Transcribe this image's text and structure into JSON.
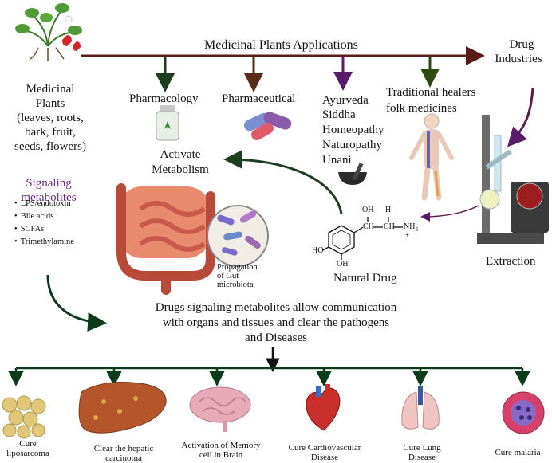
{
  "header": {
    "title": "Medicinal Plants Applications",
    "drug_industries": [
      "Drug",
      "Industries"
    ]
  },
  "source": {
    "lines": [
      "Medicinal",
      "Plants",
      "(leaves, roots,",
      "bark, fruit,",
      "seeds, flowers)"
    ]
  },
  "applications": {
    "pharmacology": "Pharmacology",
    "pharmaceutical": "Pharmaceutical",
    "systems": [
      "Ayurveda",
      "Siddha",
      "Homeopathy",
      "Naturopathy",
      "Unani"
    ],
    "traditional": [
      "Traditional healers",
      "folk medicines"
    ]
  },
  "metabolism": {
    "activate": [
      "Activate",
      "Metabolism"
    ],
    "signaling_title": [
      "Signaling",
      "metabolites"
    ],
    "signaling_items": [
      "LPS/endotoxin",
      "Bile acids",
      "SCFAs",
      "Trimethylamine"
    ],
    "microbiota": [
      "Propagation",
      "of Gut",
      "microbiota"
    ]
  },
  "drug": {
    "natural_drug": "Natural Drug",
    "extraction": "Extraction",
    "structure": {
      "oh1": "OH",
      "h": "H",
      "nh3": "NH",
      "sub3": "3",
      "plus": "+",
      "ho": "HO",
      "oh2": "OH",
      "ch1": "CH",
      "ch2": "CH"
    }
  },
  "summary": [
    "Drugs signaling metabolites allow communication",
    "with organs and tissues and clear the pathogens",
    "and Diseases"
  ],
  "outcomes": [
    {
      "lines": [
        "Cure",
        "liposarcoma"
      ]
    },
    {
      "lines": [
        "Clear the hepatic",
        "carcinoma"
      ]
    },
    {
      "lines": [
        "Activation of Memory",
        "cell in Brain"
      ]
    },
    {
      "lines": [
        "Cure Cardiovascular",
        "Disease"
      ]
    },
    {
      "lines": [
        "Cure Lung",
        "Disease"
      ]
    },
    {
      "lines": [
        "Cure malaria"
      ]
    }
  ],
  "colors": {
    "main_arrow": "#5a1a1a",
    "pharmacology_arrow": "#1f3d1f",
    "pharmaceutical_arrow": "#5a2a1a",
    "ayurveda_arrow": "#5a1a6a",
    "traditional_arrow": "#2e4a12",
    "industry_arrow": "#5a1a4a",
    "metabolism_arrow": "#1f3d1f",
    "tree_arrow": "#0d3a1a"
  }
}
